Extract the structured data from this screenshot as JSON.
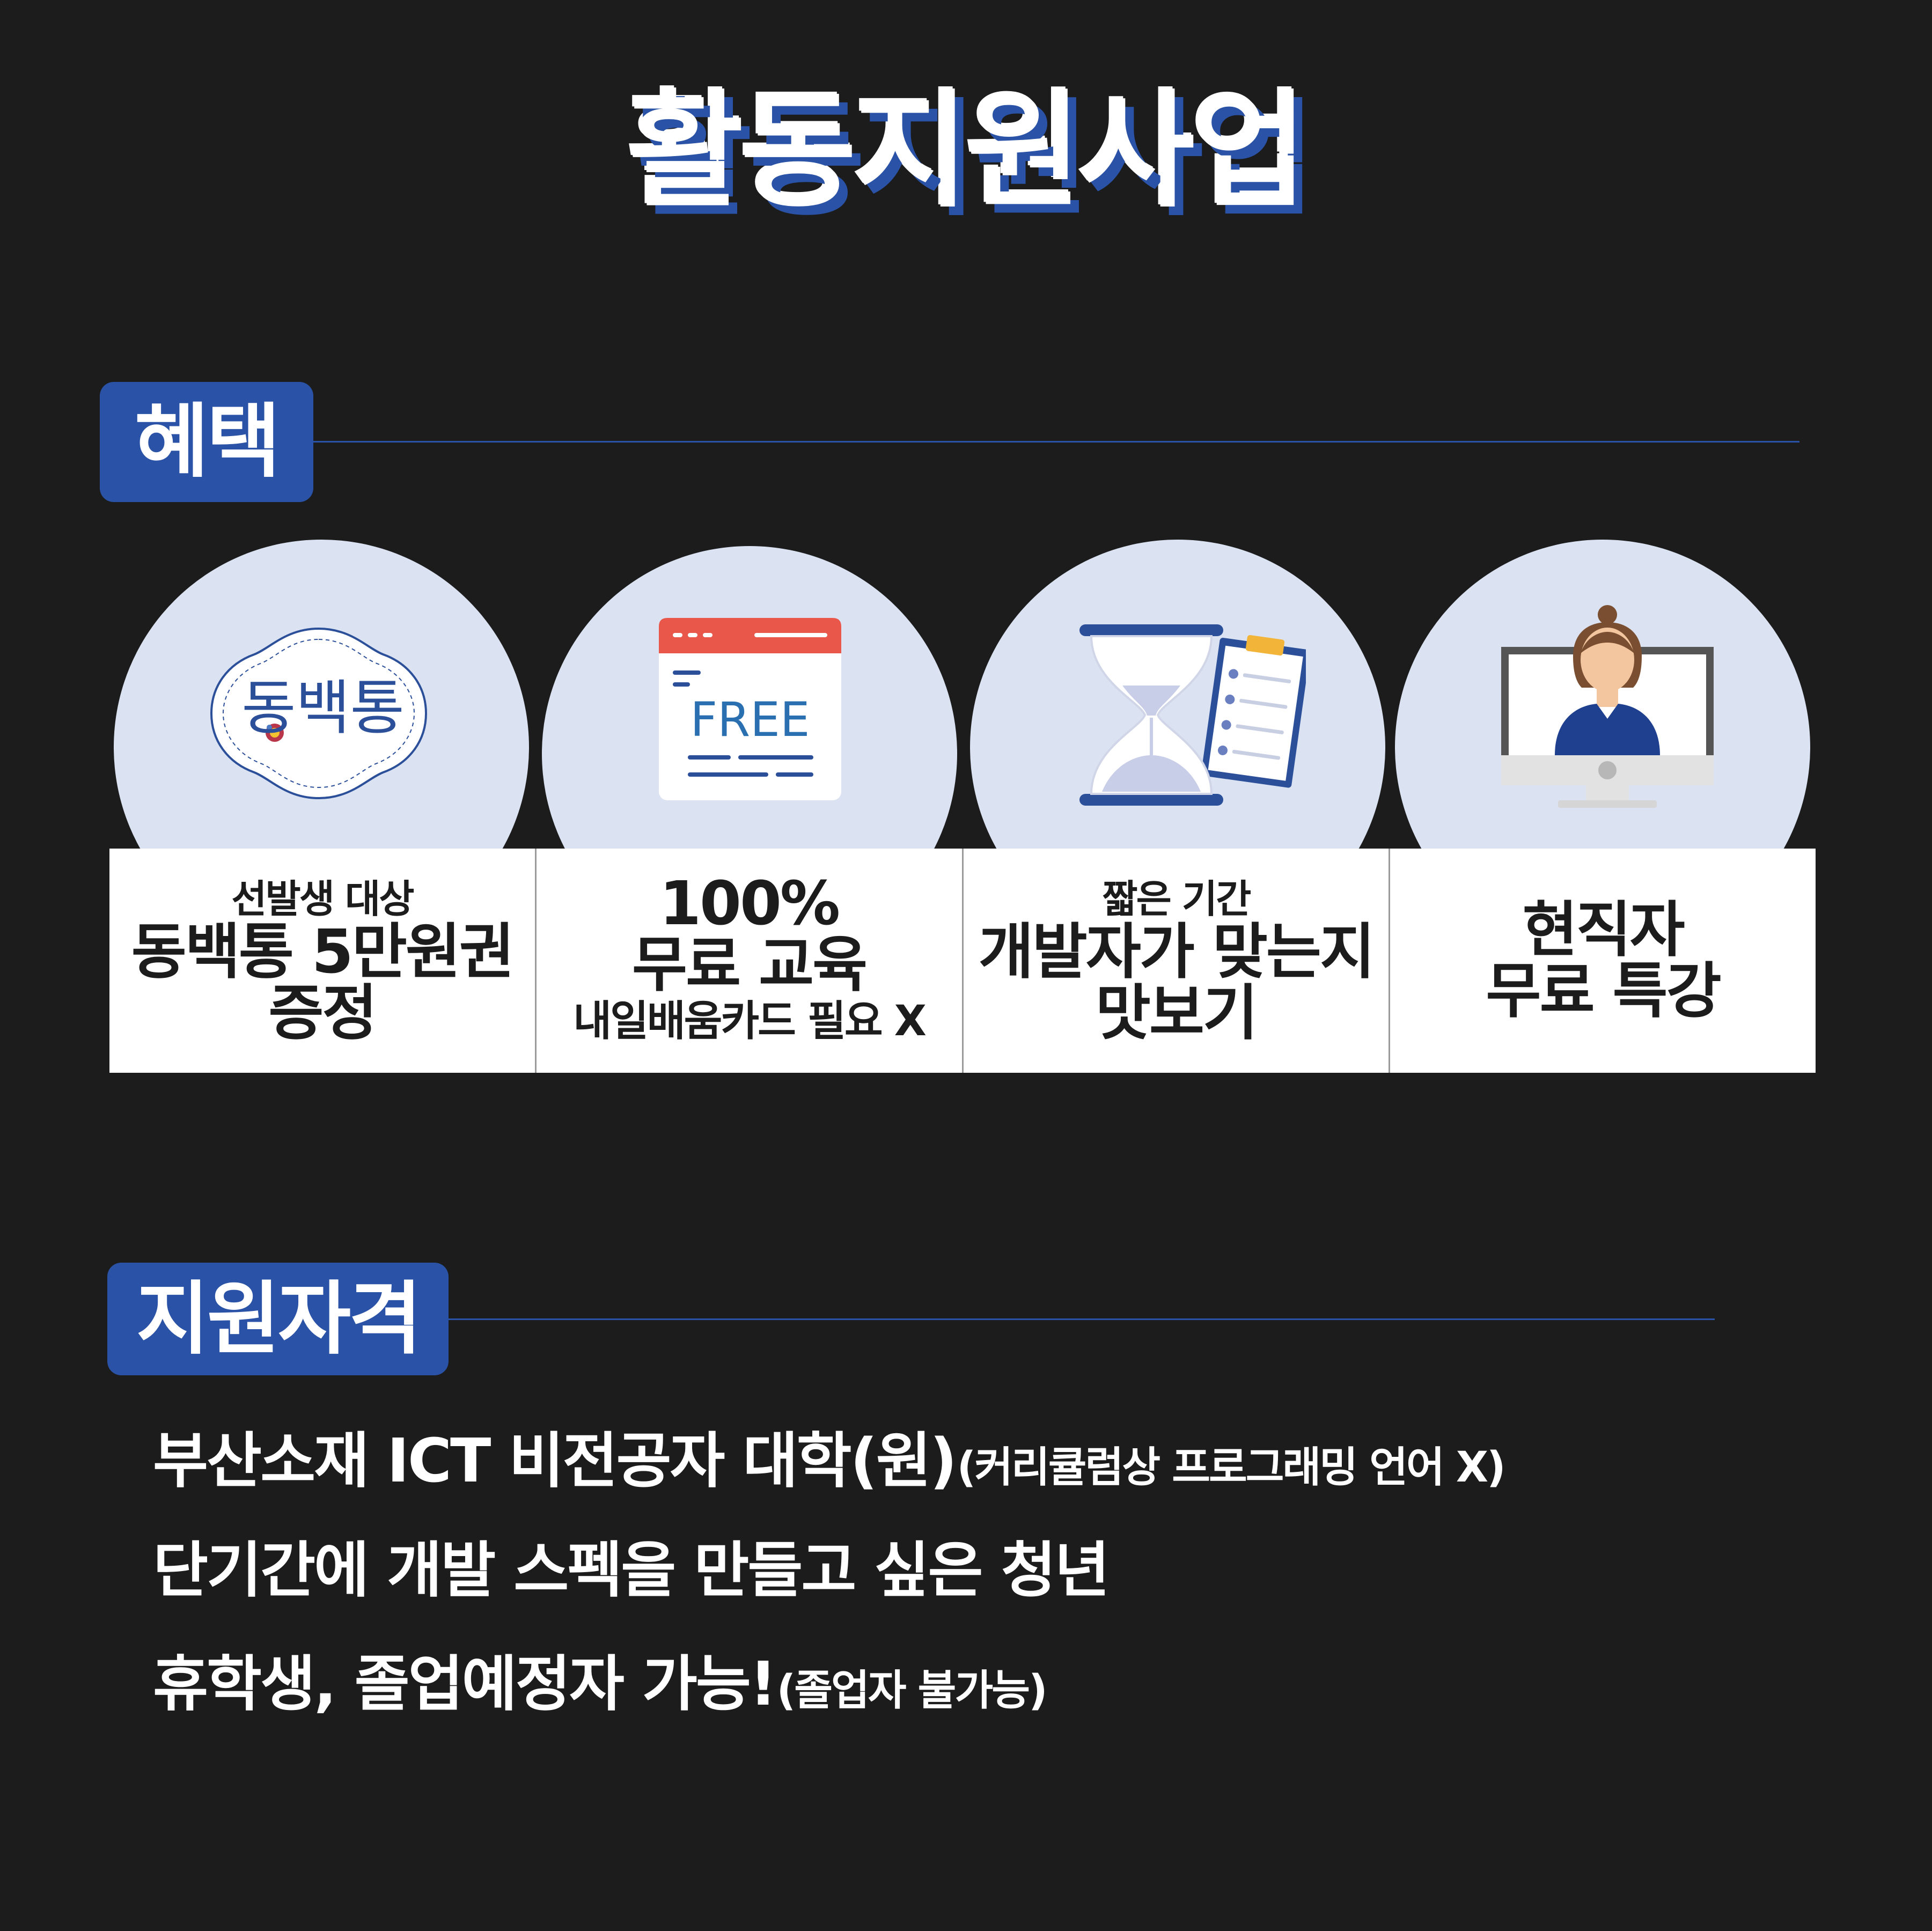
{
  "title": "활동지원사업",
  "benefits": {
    "label": "혜택",
    "cards": [
      {
        "icon": "dongbaekjeon-logo-icon",
        "logo_text": "동백통",
        "line1": "선발생 대상",
        "line2": "동백통 5만원권",
        "line3": "증정"
      },
      {
        "icon": "free-browser-icon",
        "icon_text": "FREE",
        "line1": "100%",
        "line2": "무료 교육",
        "line3": "내일배움카드 필요 X"
      },
      {
        "icon": "hourglass-checklist-icon",
        "line1": "짧은 기간",
        "line2": "개발자가 맞는지",
        "line3": "맛보기"
      },
      {
        "icon": "online-lecture-monitor-icon",
        "line1": "현직자",
        "line2": "무료 특강"
      }
    ]
  },
  "eligibility": {
    "label": "지원자격",
    "items": [
      {
        "main": "부산소재 ICT 비전공자 대학(원)",
        "note": "(커리큘럼상 프로그래밍 언어 X)"
      },
      {
        "main": "단기간에 개발 스펙을 만들고 싶은 청년",
        "note": ""
      },
      {
        "main": "휴학생, 졸업예정자 가능!",
        "note": "(졸업자 불가능)"
      }
    ]
  },
  "colors": {
    "background": "#1c1c1c",
    "accent": "#2a52a6",
    "circle": "#dbe3f3",
    "card": "#ffffff"
  }
}
